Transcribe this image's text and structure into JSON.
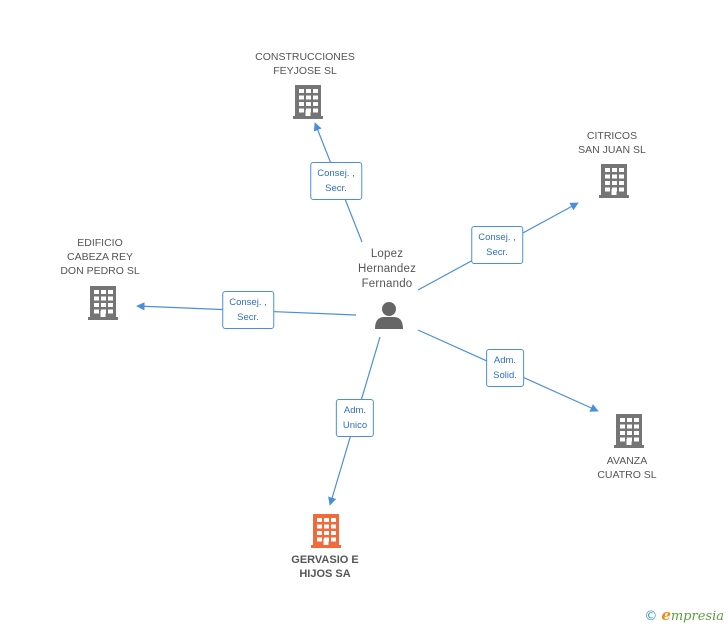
{
  "colors": {
    "edge": "#4a8fdc",
    "building": "#757575",
    "highlight_building": "#f26a3a",
    "person": "#666666"
  },
  "person": {
    "name_lines": [
      "Lopez",
      "Hernandez",
      "Fernando"
    ],
    "icon": "person-icon"
  },
  "companies": [
    {
      "id": "construcciones",
      "lines": [
        "CONSTRUCCIONES",
        "FEYJOSE SL"
      ],
      "icon": "building-icon",
      "highlight": false
    },
    {
      "id": "citricos",
      "lines": [
        "CITRICOS",
        "SAN JUAN SL"
      ],
      "icon": "building-icon",
      "highlight": false
    },
    {
      "id": "edificio",
      "lines": [
        "EDIFICIO",
        "CABEZA REY",
        "DON PEDRO SL"
      ],
      "icon": "building-icon",
      "highlight": false
    },
    {
      "id": "avanza",
      "lines": [
        "AVANZA",
        "CUATRO  SL"
      ],
      "icon": "building-icon",
      "highlight": false
    },
    {
      "id": "gervasio",
      "lines": [
        "GERVASIO E",
        "HIJOS SA"
      ],
      "icon": "building-icon",
      "highlight": true
    }
  ],
  "relations": [
    {
      "to": "construcciones",
      "lines": [
        "Consej. ,",
        "Secr."
      ]
    },
    {
      "to": "citricos",
      "lines": [
        "Consej. ,",
        "Secr."
      ]
    },
    {
      "to": "edificio",
      "lines": [
        "Consej. ,",
        "Secr."
      ]
    },
    {
      "to": "avanza",
      "lines": [
        "Adm.",
        "Solid."
      ]
    },
    {
      "to": "gervasio",
      "lines": [
        "Adm.",
        "Unico"
      ]
    }
  ],
  "watermark": {
    "copyright": "©",
    "brand_initial": "e",
    "brand_rest": "mpresia"
  }
}
